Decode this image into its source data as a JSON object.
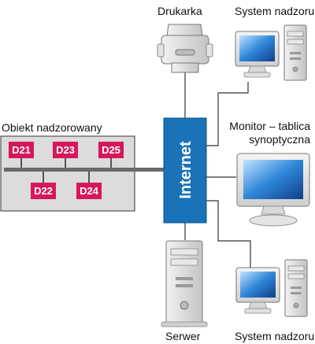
{
  "labels": {
    "printer": "Drukarka",
    "system_top": "System nadzoru",
    "facility": "Obiekt nadzorowany",
    "monitor_line1": "Monitor – tablica",
    "monitor_line2": "synoptyczna",
    "server": "Serwer",
    "system_bottom": "System nadzoru",
    "internet": "Internet"
  },
  "devices": {
    "top_row": [
      "D21",
      "D23",
      "D25"
    ],
    "bottom_row": [
      "D22",
      "D24"
    ]
  },
  "colors": {
    "internet_fill": "#1a73b8",
    "device_fill": "#d6175c",
    "facility_fill": "#dcdcdc",
    "bus": "#666666",
    "line": "#333333"
  }
}
